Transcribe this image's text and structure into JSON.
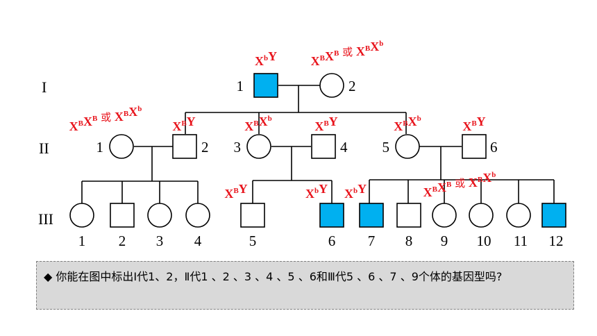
{
  "generations": {
    "I": "I",
    "II": "II",
    "III": "III"
  },
  "individuals": {
    "I1": {
      "number": "1",
      "sex": "male",
      "affected": true,
      "genotype": {
        "X1": "b",
        "X2": "",
        "tail": "Y",
        "alt": null
      }
    },
    "I2": {
      "number": "2",
      "sex": "female",
      "affected": false,
      "genotype": {
        "X1": "B",
        "X2": "B",
        "tail": "",
        "alt": "B,b"
      }
    },
    "II1": {
      "number": "1",
      "sex": "female",
      "affected": false,
      "genotype": {
        "X1": "B",
        "X2": "B",
        "tail": "",
        "alt": "B,b"
      }
    },
    "II2": {
      "number": "2",
      "sex": "male",
      "affected": false,
      "genotype": {
        "X1": "B",
        "X2": "",
        "tail": "Y",
        "alt": null
      }
    },
    "II3": {
      "number": "3",
      "sex": "female",
      "affected": false,
      "genotype": {
        "X1": "B",
        "X2": "b",
        "tail": "",
        "alt": null
      }
    },
    "II4": {
      "number": "4",
      "sex": "male",
      "affected": false,
      "genotype": {
        "X1": "B",
        "X2": "",
        "tail": "Y",
        "alt": null
      }
    },
    "II5": {
      "number": "5",
      "sex": "female",
      "affected": false,
      "genotype": {
        "X1": "B",
        "X2": "b",
        "tail": "",
        "alt": null
      }
    },
    "II6": {
      "number": "6",
      "sex": "male",
      "affected": false,
      "genotype": {
        "X1": "B",
        "X2": "",
        "tail": "Y",
        "alt": null
      }
    },
    "III1": {
      "number": "1",
      "sex": "female",
      "affected": false
    },
    "III2": {
      "number": "2",
      "sex": "male",
      "affected": false
    },
    "III3": {
      "number": "3",
      "sex": "female",
      "affected": false
    },
    "III4": {
      "number": "4",
      "sex": "female",
      "affected": false
    },
    "III5": {
      "number": "5",
      "sex": "male",
      "affected": false,
      "genotype": {
        "X1": "B",
        "X2": "",
        "tail": "Y",
        "alt": null
      }
    },
    "III6": {
      "number": "6",
      "sex": "male",
      "affected": true,
      "genotype": {
        "X1": "b",
        "X2": "",
        "tail": "Y",
        "alt": null
      }
    },
    "III7": {
      "number": "7",
      "sex": "male",
      "affected": true,
      "genotype": {
        "X1": "b",
        "X2": "",
        "tail": "Y",
        "alt": null
      }
    },
    "III8": {
      "number": "8",
      "sex": "male",
      "affected": false
    },
    "III9": {
      "number": "9",
      "sex": "female",
      "affected": false,
      "genotype": {
        "X1": "B",
        "X2": "B",
        "tail": "",
        "alt": "B,b"
      }
    },
    "III10": {
      "number": "10",
      "sex": "female",
      "affected": false
    },
    "III11": {
      "number": "11",
      "sex": "female",
      "affected": false
    },
    "III12": {
      "number": "12",
      "sex": "male",
      "affected": true
    }
  },
  "labels": {
    "or": "或",
    "x": "X",
    "y": "Y"
  },
  "question": {
    "bullet": "◆",
    "text": "你能在图中标出Ⅰ代1、2，Ⅱ代1 、2 、3 、4 、5 、6和Ⅲ代5 、6 、7 、9个体的基因型吗?"
  },
  "colors": {
    "affected": "#00b0f0",
    "genotype": "#e8141c",
    "line": "#000000",
    "question_bg": "#d9d9d9"
  }
}
